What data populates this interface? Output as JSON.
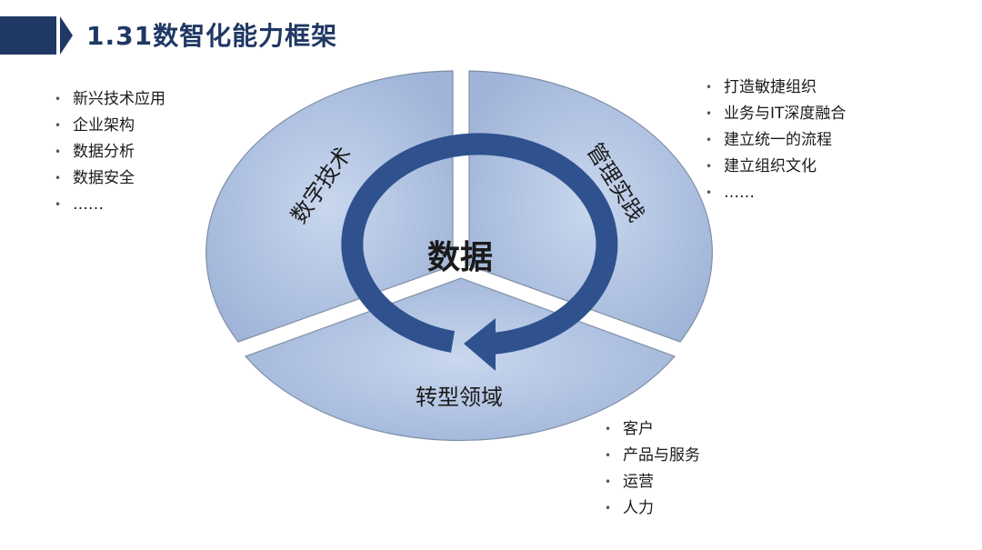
{
  "title": "1.31数智化能力框架",
  "center_label": "数据",
  "segments": [
    {
      "id": "tech",
      "label": "数字技术"
    },
    {
      "id": "mgmt",
      "label": "管理实践"
    },
    {
      "id": "trans",
      "label": "转型领域"
    }
  ],
  "lists": {
    "tech": [
      "新兴技术应用",
      "企业架构",
      "数据分析",
      "数据安全",
      "……"
    ],
    "mgmt": [
      "打造敏捷组织",
      "业务与IT深度融合",
      "建立统一的流程",
      "建立组织文化",
      "……"
    ],
    "trans": [
      "客户",
      "产品与服务",
      "运营",
      "人力"
    ]
  },
  "colors": {
    "title": "#1f3864",
    "banner": "#1f3864",
    "segment_fill": "#b4c7e7",
    "segment_stroke": "#7f8fa6",
    "arrow": "#2f528f"
  }
}
